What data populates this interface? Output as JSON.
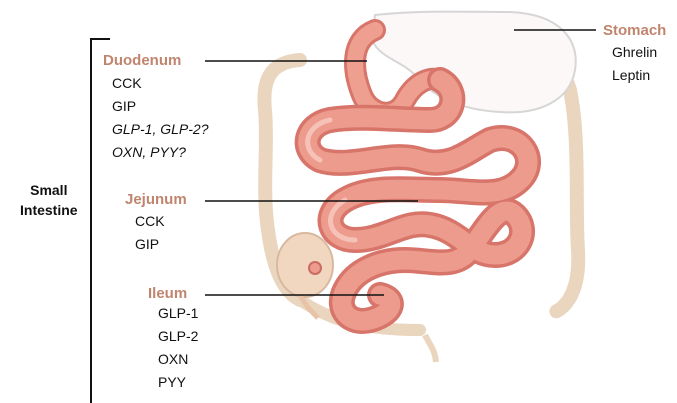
{
  "colors": {
    "section_heading": "#c0856e",
    "text": "#111111",
    "intestine_fill": "#ec9b8c",
    "intestine_shade": "#d8756a",
    "colon_outline": "#e8d2ba",
    "stomach_outline": "#d9d9d9",
    "leader_line": "#111111"
  },
  "small_intestine_label": [
    "Small",
    "Intestine"
  ],
  "stomach": {
    "heading": "Stomach",
    "hormones": [
      "Ghrelin",
      "Leptin"
    ]
  },
  "duodenum": {
    "heading": "Duodenum",
    "hormones": [
      "CCK",
      "GIP",
      "GLP-1, GLP-2?",
      "OXN, PYY?"
    ]
  },
  "jejunum": {
    "heading": "Jejunum",
    "hormones": [
      "CCK",
      "GIP"
    ]
  },
  "ileum": {
    "heading": "Ileum",
    "hormones": [
      "GLP-1",
      "GLP-2",
      "OXN",
      "PYY"
    ]
  }
}
